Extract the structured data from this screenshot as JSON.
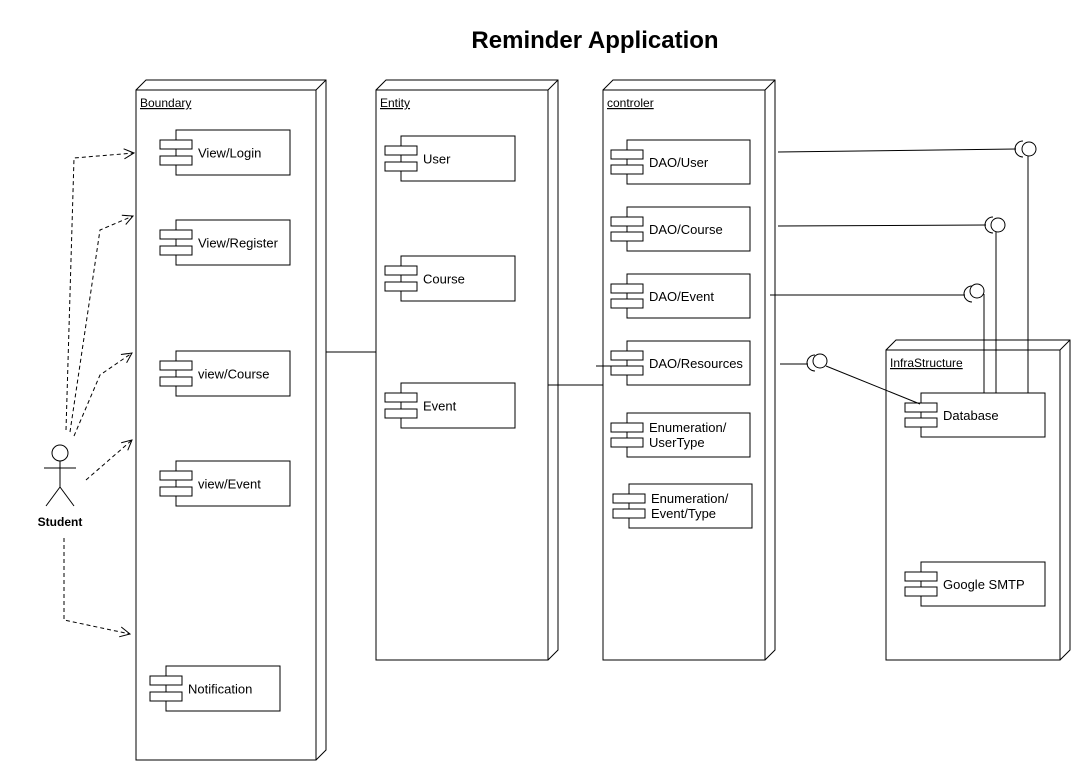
{
  "title": "Reminder Application",
  "actor": {
    "label": "Student"
  },
  "nodes": {
    "boundary": {
      "label": "Boundary",
      "components": [
        "View/Login",
        "View/Register",
        "view/Course",
        "view/Event",
        "Notification"
      ]
    },
    "entity": {
      "label": "Entity",
      "components": [
        "User",
        "Course",
        "Event"
      ]
    },
    "controler": {
      "label": "controler",
      "components": [
        "DAO/User",
        "DAO/Course",
        "DAO/Event",
        "DAO/Resources",
        [
          "Enumeration/",
          "UserType"
        ],
        [
          "Enumeration/",
          "Event/Type"
        ]
      ]
    },
    "infrastructure": {
      "label": "InfraStructure",
      "components": [
        "Database",
        "Google SMTP"
      ]
    }
  }
}
